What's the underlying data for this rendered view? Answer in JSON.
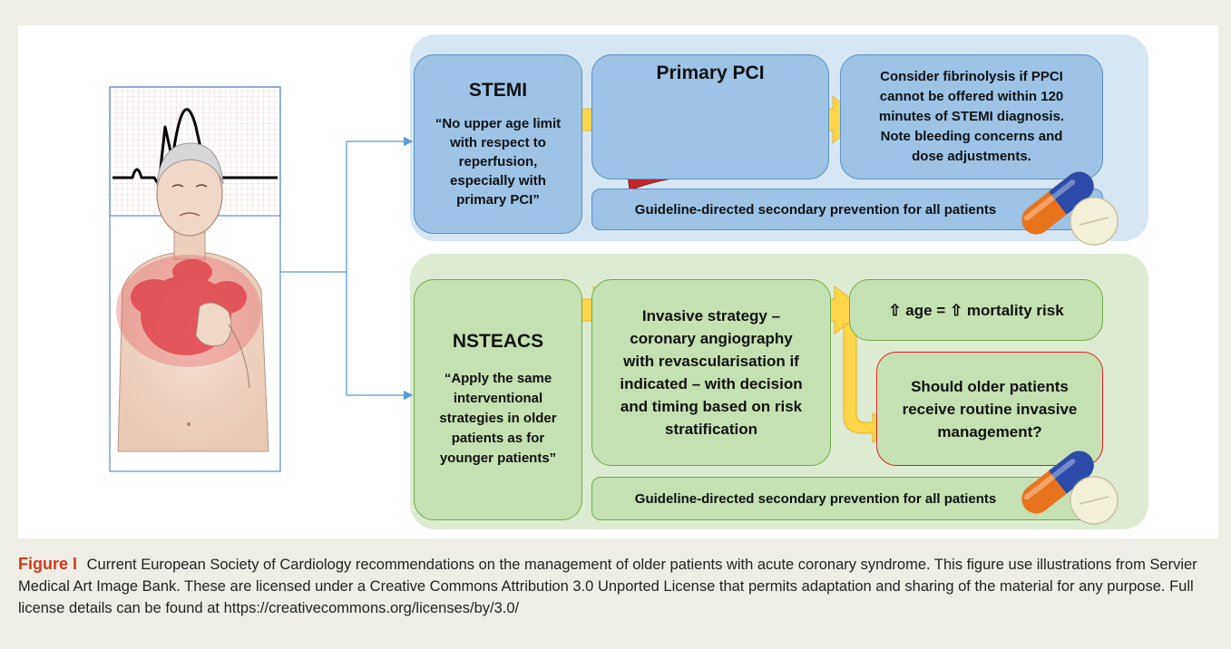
{
  "colors": {
    "frame": "#eeeee6",
    "blue_group": "#d6e6f3",
    "blue_box": "#9dc3e6",
    "green_group": "#dcebd2",
    "green_box": "#c5e0b3",
    "arrow": "#ffd54a",
    "red_border": "#e02020",
    "figure_label": "#d23a17"
  },
  "icons": [
    "ecg-trace",
    "patient-chest-pain-illustration",
    "stent-artery-illustration",
    "pills-icon"
  ],
  "stemi": {
    "title": "STEMI",
    "quote": "“No upper age limit with respect to reperfusion, especially with primary PCI”",
    "primary_pci": "Primary PCI",
    "fibrinolysis": "Consider fibrinolysis if PPCI cannot be offered within 120 minutes of STEMI diagnosis. Note bleeding concerns and dose adjustments.",
    "prevention": "Guideline-directed secondary prevention for all patients"
  },
  "nsteacs": {
    "title": "NSTEACS",
    "quote": "“Apply the same interventional strategies in older patients as for younger patients”",
    "invasive": "Invasive strategy – coronary angiography with revascularisation if indicated – with decision and timing based on risk stratification",
    "age_risk": "⇧ age = ⇧ mortality risk",
    "question": "Should older patients receive routine invasive management?",
    "prevention": "Guideline-directed secondary prevention for all patients"
  },
  "caption": {
    "label": "Figure I",
    "text": "Current European Society of Cardiology recommendations on the management of older patients with acute coronary syndrome. This figure use illustrations from Servier Medical Art Image Bank. These are licensed under a Creative Commons Attribution 3.0 Unported License that permits adaptation and sharing of the material for any purpose. Full license details can be found at https://creativecommons.org/licenses/by/3.0/"
  }
}
